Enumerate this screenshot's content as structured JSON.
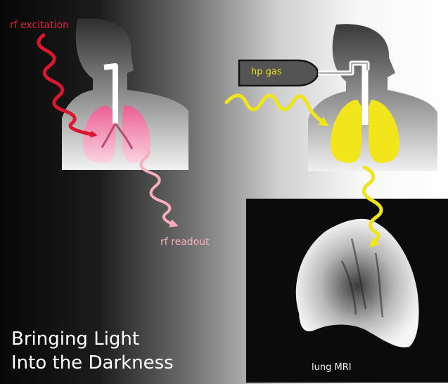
{
  "labels": {
    "rf_excitation": "rf excitation",
    "hp_gas": "hp gas",
    "rf_readout": "rf readout",
    "lung_mri": "lung MRI"
  },
  "title": {
    "line1": "Bringing Light",
    "line2": "Into the Darkness"
  },
  "colors": {
    "rf_excitation": "#d8182e",
    "rf_readout": "#f7aebb",
    "hp_gas": "#efe51a",
    "lung_pink": "#f0508c",
    "lung_yellow": "#f3e51c",
    "mri_background": "#0b0b0b"
  }
}
